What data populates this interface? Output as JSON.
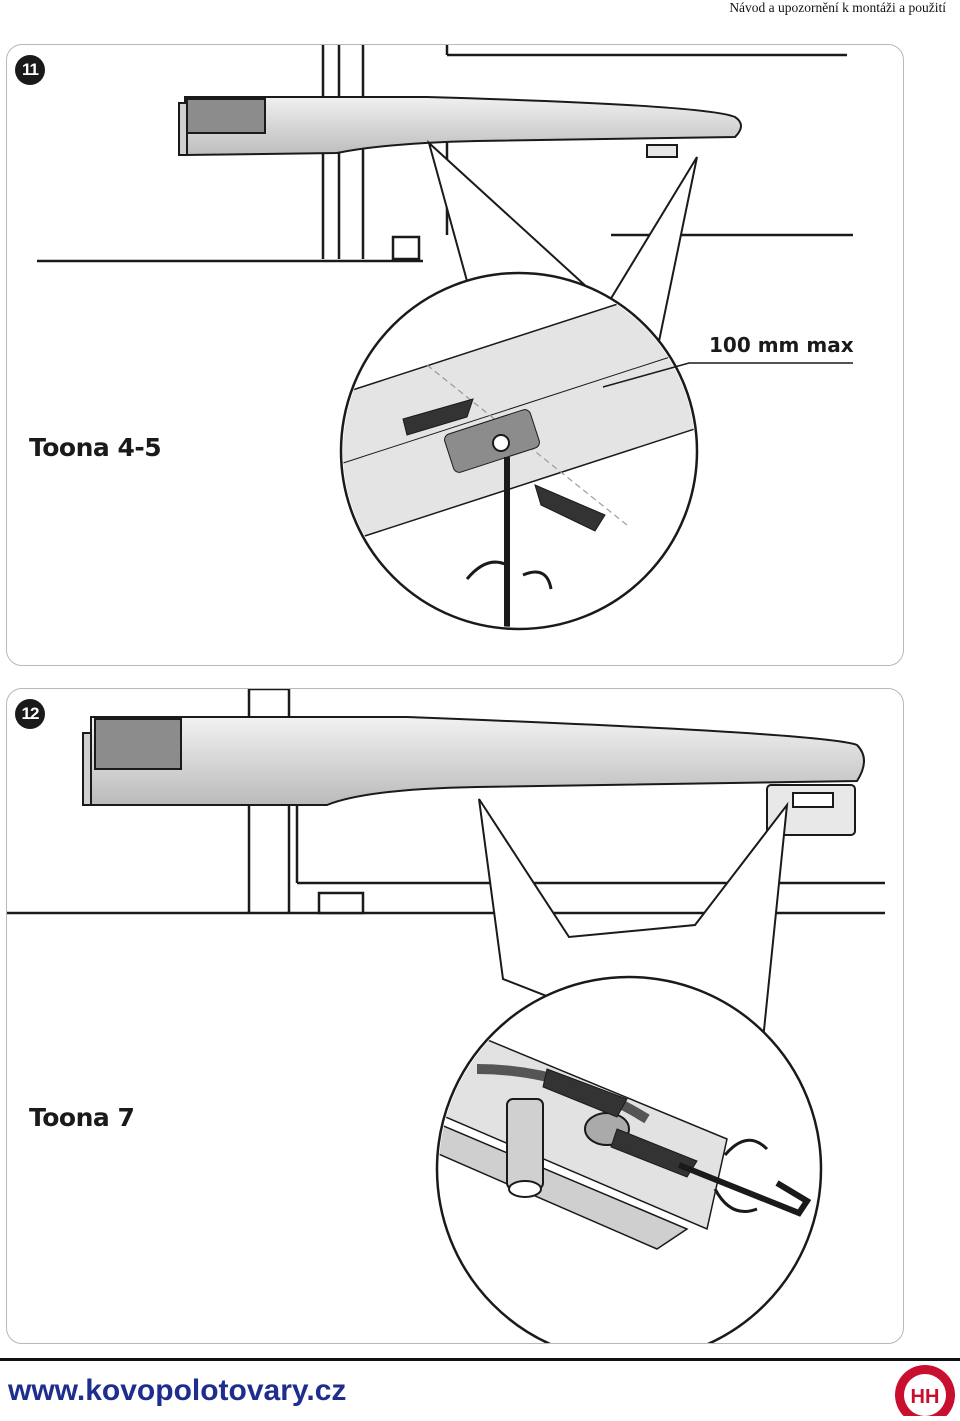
{
  "header": {
    "title": "Návod a upozornění k montáži a použití"
  },
  "figures": [
    {
      "number": "11",
      "model": "Toona 4-5",
      "dimension_label": "100 mm max"
    },
    {
      "number": "12",
      "model": "Toona 7"
    }
  ],
  "footer": {
    "url": "www.kovopolotovary.cz",
    "logo_letters": "HH"
  },
  "colors": {
    "url_blue": "#1d2e8e",
    "logo_red": "#c8102e",
    "outline": "#1a1a1a",
    "body_grey": "#d6d6d6"
  }
}
